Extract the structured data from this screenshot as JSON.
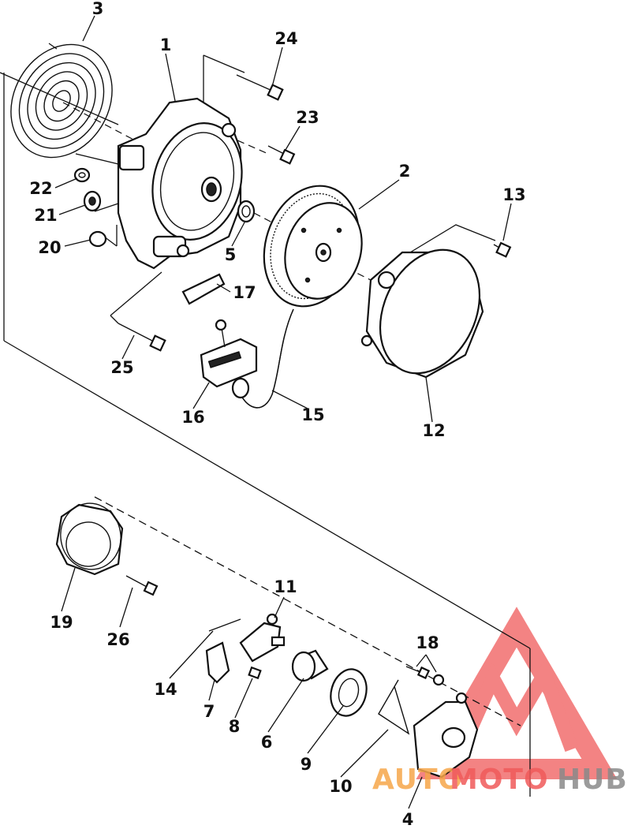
{
  "callouts": {
    "c1": "1",
    "c2": "2",
    "c3": "3",
    "c4": "4",
    "c5": "5",
    "c6": "6",
    "c7": "7",
    "c8": "8",
    "c9": "9",
    "c10": "10",
    "c11": "11",
    "c12": "12",
    "c13": "13",
    "c14": "14",
    "c15": "15",
    "c16": "16",
    "c17": "17",
    "c18": "18",
    "c19": "19",
    "c20": "20",
    "c21": "21",
    "c22": "22",
    "c23": "23",
    "c24": "24",
    "c25": "25",
    "c26": "26"
  },
  "watermark": {
    "part1": "AUTO",
    "part2": "MOTO",
    "part3": "HUB",
    "color_red": "#f05a5a",
    "color_orange": "#f6a64a",
    "color_gray": "#8a8a8a"
  }
}
